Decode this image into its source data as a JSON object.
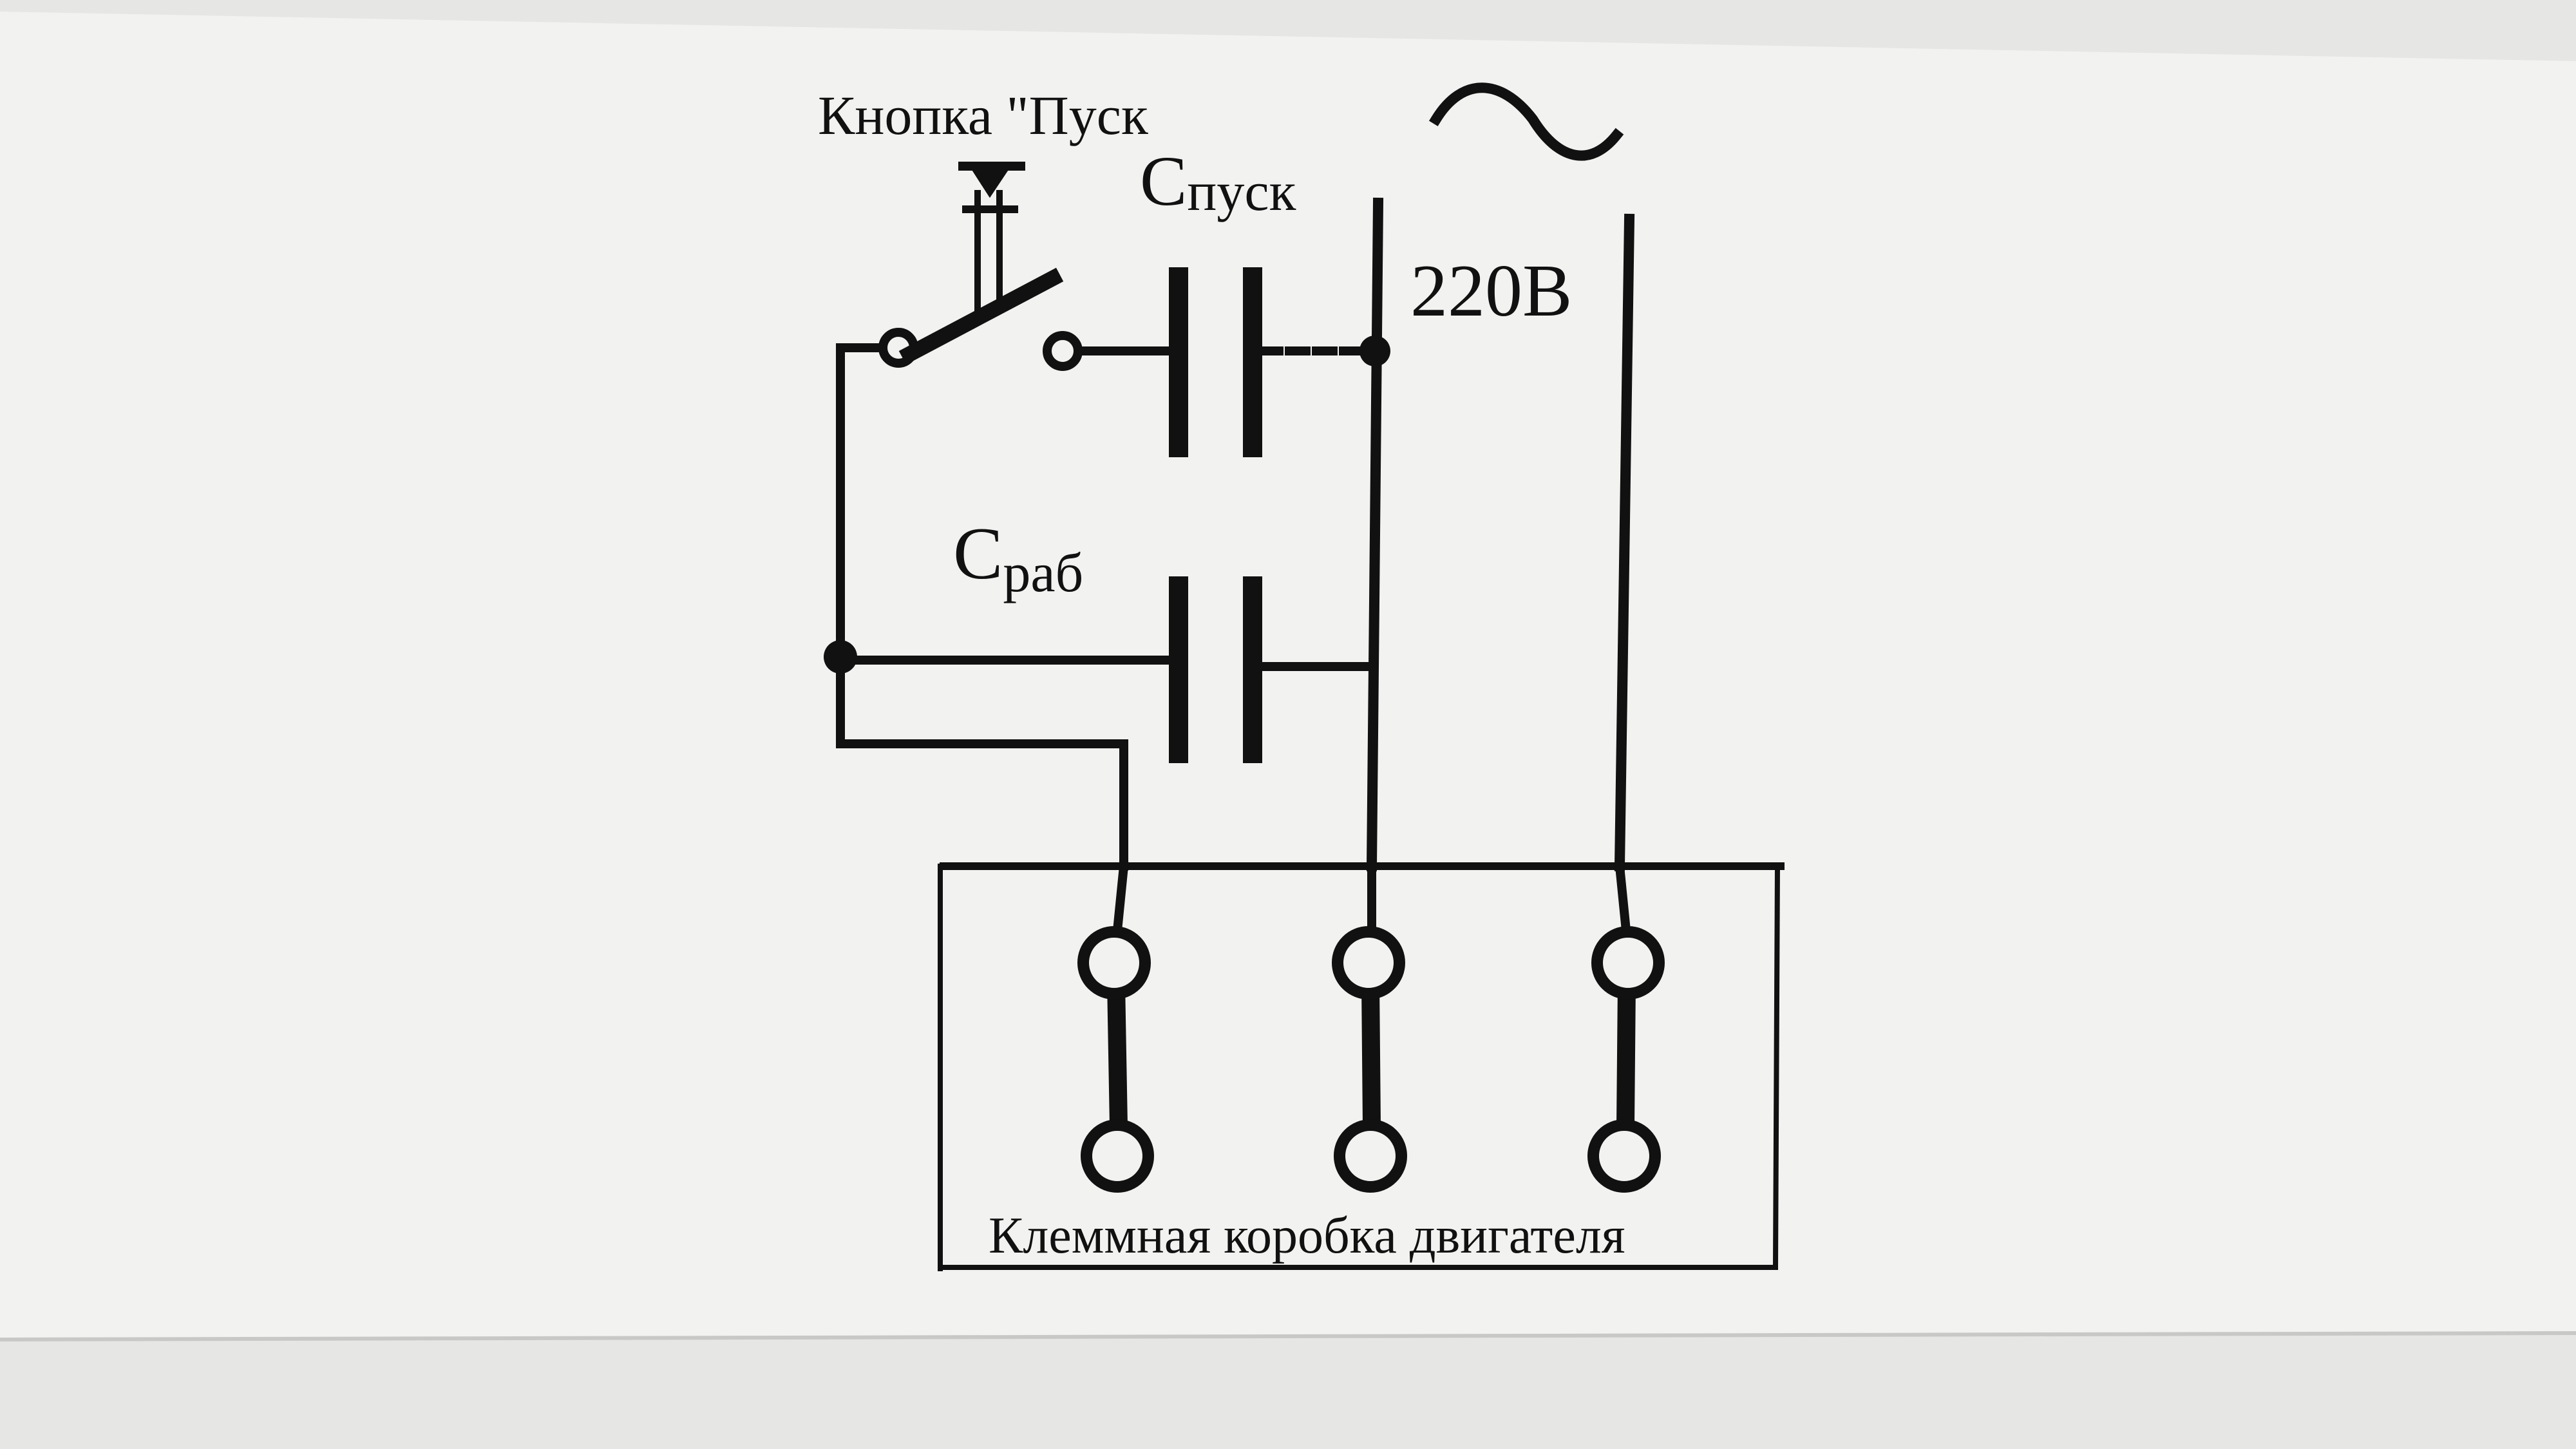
{
  "diagram": {
    "start_button_label": "Кнопка \"Пуск",
    "start_capacitor": {
      "symbol": "C",
      "subscript": "пуск"
    },
    "run_capacitor": {
      "symbol": "C",
      "subscript": "раб"
    },
    "supply_voltage": "220В",
    "terminal_box_label": "Клеммная коробка двигателя",
    "icons": {
      "ac_symbol": "ac-sine-wave-icon",
      "push_button": "push-button-icon",
      "capacitor": "capacitor-icon",
      "terminal": "terminal-icon"
    }
  },
  "colors": {
    "paper": "#f2f2f0",
    "background": "#e6e6e4",
    "ink": "#111111"
  }
}
